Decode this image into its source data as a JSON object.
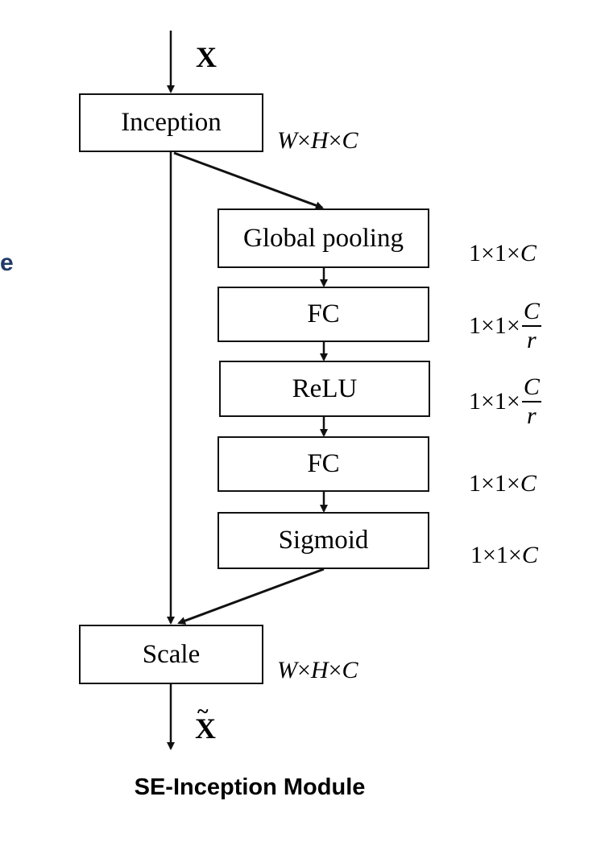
{
  "diagram": {
    "input_label": "X",
    "output_label": "X",
    "output_tilde": "~",
    "caption": "SE-Inception Module",
    "edge_fragment": "e",
    "nodes": {
      "inception": "Inception",
      "global_pooling": "Global pooling",
      "fc1": "FC",
      "relu": "ReLU",
      "fc2": "FC",
      "sigmoid": "Sigmoid",
      "scale": "Scale"
    },
    "dims": {
      "inception": {
        "w": "W",
        "h": "H",
        "c": "C",
        "times": "×"
      },
      "global_pooling": {
        "prefix": "1×1×",
        "c": "C"
      },
      "fc1": {
        "prefix": "1×1×",
        "num": "C",
        "den": "r"
      },
      "relu": {
        "prefix": "1×1×",
        "num": "C",
        "den": "r"
      },
      "fc2": {
        "prefix": "1×1×",
        "c": "C"
      },
      "sigmoid": {
        "prefix": "1×1×",
        "c": "C"
      },
      "scale": {
        "w": "W",
        "h": "H",
        "c": "C",
        "times": "×"
      }
    }
  }
}
